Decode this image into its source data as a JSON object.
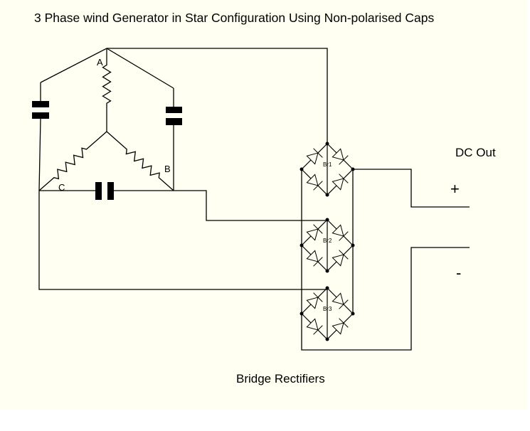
{
  "title": "3 Phase wind Generator in Star Configuration Using Non-polarised Caps",
  "windings": {
    "a": "A",
    "b": "B",
    "c": "C"
  },
  "bridges": [
    {
      "label": "Br1"
    },
    {
      "label": "Br2"
    },
    {
      "label": "Br3"
    }
  ],
  "output": {
    "label": "DC Out",
    "positive": "+",
    "negative": "-"
  },
  "caption": "Bridge Rectifiers",
  "colors": {
    "background": "#fffff2",
    "line": "#000000"
  }
}
